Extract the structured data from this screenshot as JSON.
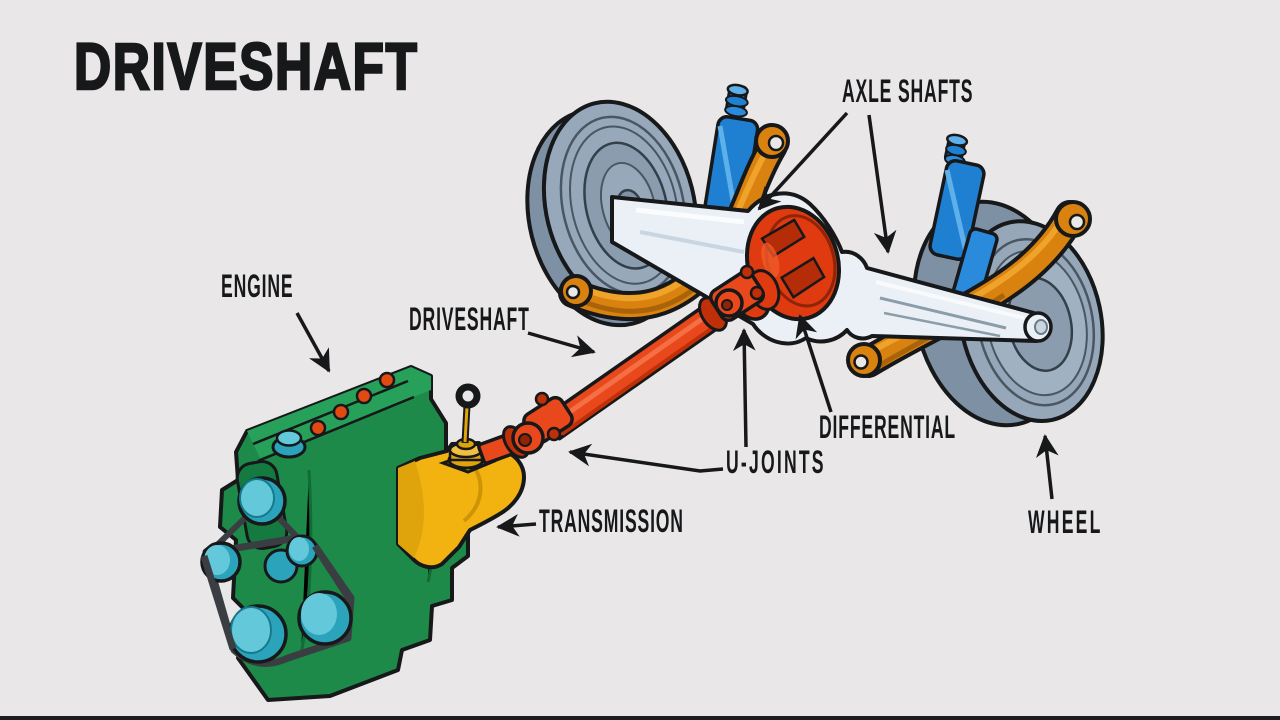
{
  "title": "DRIVESHAFT",
  "labels": {
    "engine": "ENGINE",
    "driveshaft": "DRIVESHAFT",
    "axle_shafts": "AXLE SHAFTS",
    "u_joints": "U-JOINTS",
    "differential": "DIFFERENTIAL",
    "transmission": "TRANSMISSION",
    "wheel": "WHEEL"
  },
  "colors": {
    "background": "#e9e7e8",
    "ink": "#17181a",
    "engine_green": "#1d8a49",
    "pulley_teal": "#2ba4bb",
    "transmission_yellow": "#f2b311",
    "driveshaft_orange": "#e8481b",
    "differential_red": "#df3a10",
    "axle_white": "#eaf0f6",
    "wheel_gray": "#95a7b9",
    "leaf_spring_orange": "#d9820f",
    "shock_blue": "#1f80d2",
    "belt_gray": "#3a3e42",
    "spark_plug_red": "#e24a12"
  }
}
